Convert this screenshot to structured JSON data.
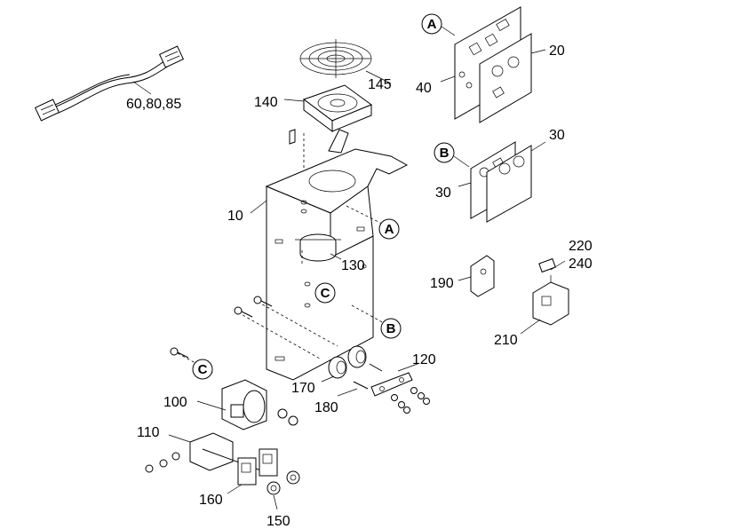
{
  "labels": {
    "harness": "60,80,85",
    "fan_guard": "145",
    "fan": "140",
    "board_40": "40",
    "board_20": "20",
    "board_30a": "30",
    "board_30b": "30",
    "frame": "10",
    "capacitor": "130",
    "bracket_190": "190",
    "p220": "220",
    "p240": "240",
    "p210": "210",
    "p120": "120",
    "p170": "170",
    "p180": "180",
    "p100": "100",
    "p110": "110",
    "p160": "160",
    "p150": "150"
  },
  "callouts": {
    "a_top": "A",
    "b_top": "B",
    "a_frame": "A",
    "c_frame": "C",
    "b_frame": "B",
    "c_bottom": "C"
  }
}
